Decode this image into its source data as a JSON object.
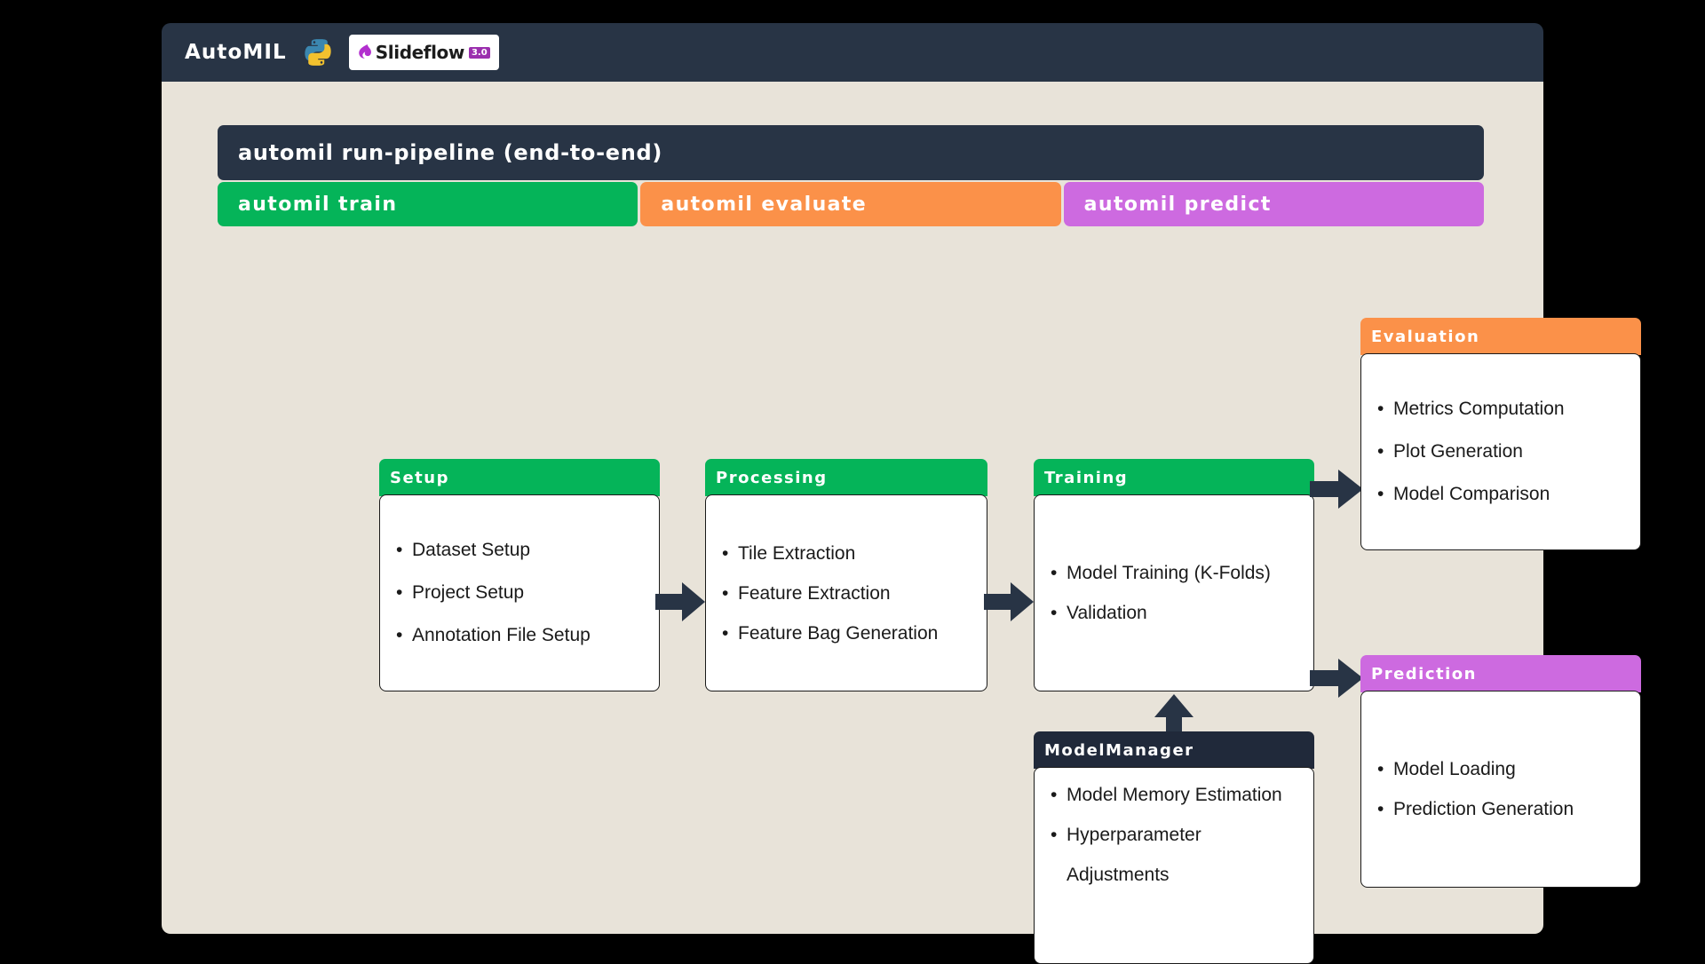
{
  "header": {
    "brand": "AutoMIL",
    "python_icon": "python-logo-icon",
    "slideflow": {
      "mark_icon": "slideflow-flame-icon",
      "word": "Slideflow",
      "version": "3.0"
    }
  },
  "banner": {
    "master": "automil run-pipeline (end-to-end)",
    "segments": [
      {
        "label": "automil train",
        "color": "#05b459"
      },
      {
        "label": "automil evaluate",
        "color": "#fb9149"
      },
      {
        "label": "automil predict",
        "color": "#cd6ae0"
      }
    ]
  },
  "cards": [
    {
      "id": "setup",
      "title": "Setup",
      "accent": "#05b459",
      "items": [
        "Dataset Setup",
        "Project Setup",
        "Annotation File Setup"
      ]
    },
    {
      "id": "processing",
      "title": "Processing",
      "accent": "#05b459",
      "items": [
        "Tile Extraction",
        "Feature Extraction",
        "Feature Bag Generation"
      ]
    },
    {
      "id": "training",
      "title": "Training",
      "accent": "#05b459",
      "items": [
        "Model Training (K-Folds)",
        "Validation"
      ]
    },
    {
      "id": "evaluation",
      "title": "Evaluation",
      "accent": "#fb9149",
      "items": [
        "Metrics Computation",
        "Plot Generation",
        "Model Comparison"
      ]
    },
    {
      "id": "prediction",
      "title": "Prediction",
      "accent": "#cd6ae0",
      "items": [
        "Model Loading",
        "Prediction Generation"
      ]
    },
    {
      "id": "modelmanager",
      "title": "ModelManager",
      "accent": "#20293a",
      "items": [
        "Model Memory Estimation",
        "Hyperparameter Adjustments"
      ]
    }
  ],
  "arrows": [
    {
      "name": "arrow-setup-to-processing",
      "direction": "right"
    },
    {
      "name": "arrow-processing-to-training",
      "direction": "right"
    },
    {
      "name": "arrow-training-to-evaluation",
      "direction": "right"
    },
    {
      "name": "arrow-training-to-prediction",
      "direction": "right"
    },
    {
      "name": "arrow-modelmanager-to-training",
      "direction": "up"
    }
  ],
  "palette": {
    "page_background": "#000000",
    "header_background": "#283445",
    "canvas_background": "#e8e3d9",
    "green": "#05b459",
    "orange": "#fb9149",
    "purple": "#cd6ae0",
    "dark": "#20293a",
    "card_background": "#ffffff",
    "text_dark": "#1a1a1a",
    "text_light": "#ffffff"
  }
}
